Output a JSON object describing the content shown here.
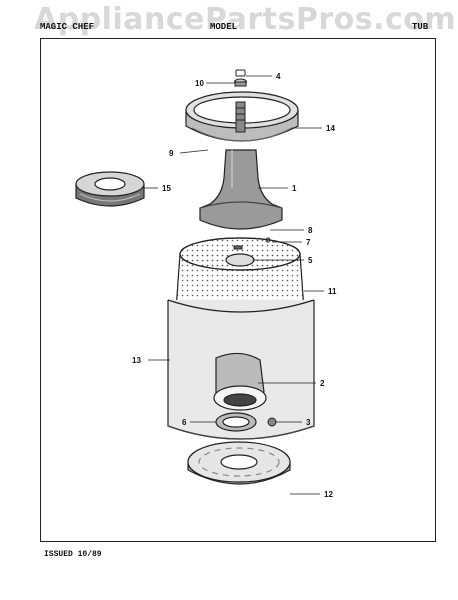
{
  "watermark": "AppliancePartsPros.com",
  "header": {
    "left": "MAGIC CHEF",
    "middle": "MODEL",
    "right": "TUB"
  },
  "footer": {
    "issued": "ISSUED 10/89"
  },
  "callouts": [
    {
      "id": "10",
      "label": "10"
    },
    {
      "id": "4",
      "label": "4"
    },
    {
      "id": "14",
      "label": "14"
    },
    {
      "id": "9",
      "label": "9"
    },
    {
      "id": "15",
      "label": "15"
    },
    {
      "id": "1",
      "label": "1"
    },
    {
      "id": "8",
      "label": "8"
    },
    {
      "id": "7",
      "label": "7"
    },
    {
      "id": "5",
      "label": "5"
    },
    {
      "id": "11",
      "label": "11"
    },
    {
      "id": "13",
      "label": "13"
    },
    {
      "id": "2",
      "label": "2"
    },
    {
      "id": "6",
      "label": "6"
    },
    {
      "id": "3",
      "label": "3"
    },
    {
      "id": "12",
      "label": "12"
    }
  ]
}
